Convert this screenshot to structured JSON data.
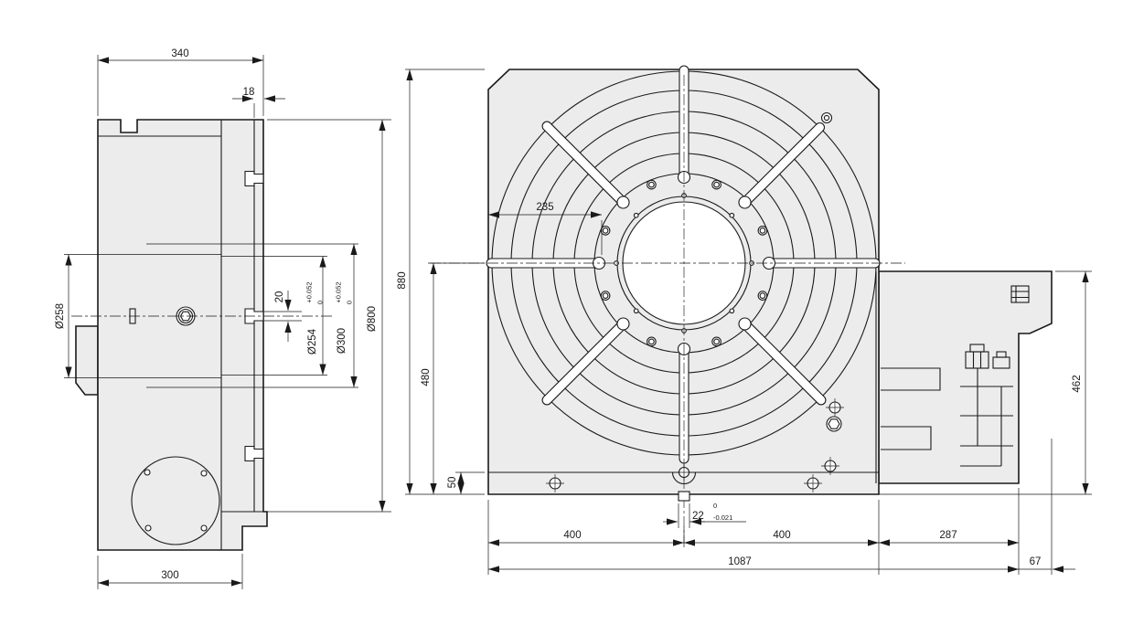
{
  "colors": {
    "line": "#1a1a1a",
    "surface": "#ececec",
    "background": "#ffffff"
  },
  "side": {
    "width": "340",
    "faceplate_thickness": "18",
    "back_spigot_dia": "Ø258",
    "tslot_width": "20",
    "spigot_dia": "Ø254",
    "spigot_tol_plus": "+0.052",
    "spigot_tol_zero": "0",
    "pilot_dia": "Ø300",
    "pilot_tol_plus": "+0.052",
    "pilot_tol_zero": "0",
    "table_dia": "Ø800",
    "base_depth": "300"
  },
  "front": {
    "overall_height": "880",
    "center_to_base": "480",
    "base_height": "50",
    "slot_end_offset": "235",
    "key_width": "22",
    "key_tol_upper": "0",
    "key_tol_lower": "-0.021",
    "bolt_left": "400",
    "bolt_right": "400",
    "drive_length": "287",
    "overall_width": "1087",
    "overhang": "67",
    "drive_height": "462"
  }
}
